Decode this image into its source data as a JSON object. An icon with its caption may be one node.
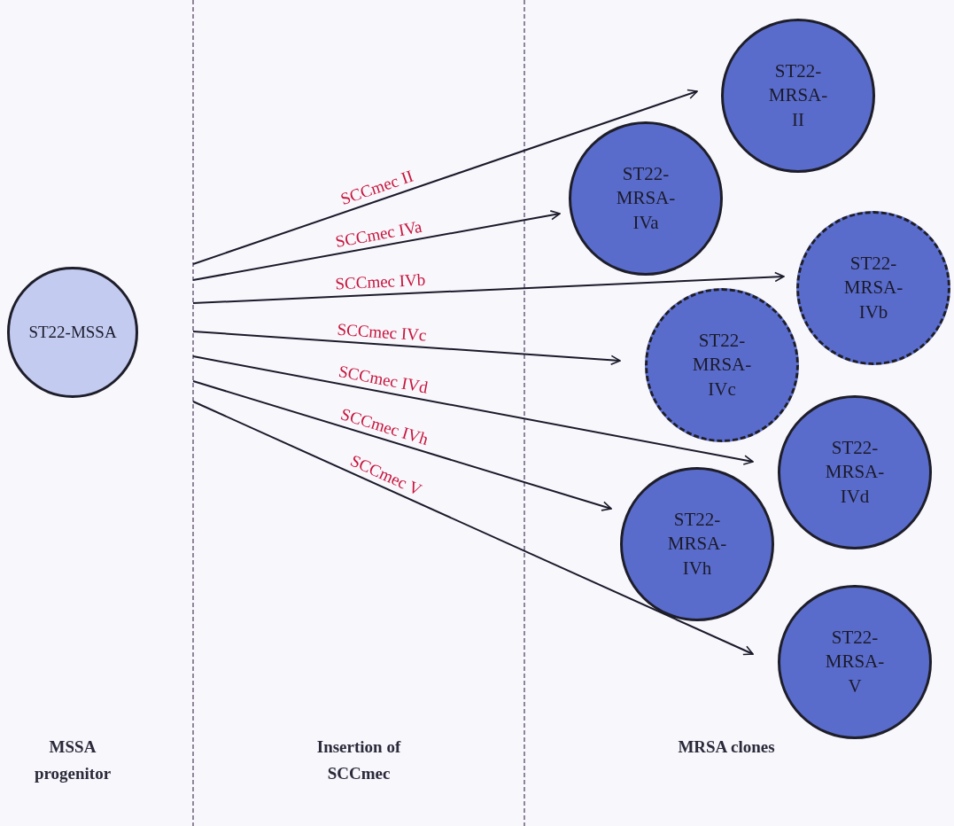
{
  "diagram": {
    "nodes": [
      {
        "text": [
          "ST22-MSSA"
        ]
      },
      {
        "text": [
          "ST22-MRSA-II"
        ]
      },
      {
        "text": [
          "ST22-MRSA-IVa"
        ]
      },
      {
        "text": [
          "ST22-MRSA-IVb"
        ]
      },
      {
        "text": [
          "ST22-MRSA-IVc"
        ]
      },
      {
        "text": [
          "ST22-MRSA-IVd"
        ]
      },
      {
        "text": [
          "ST22-MRSA-IVh"
        ]
      },
      {
        "text": [
          "ST22-MRSA-V"
        ]
      }
    ],
    "edges": [
      {
        "from": null,
        "to": 1,
        "arrow": "to",
        "label": "SCCmec II"
      },
      {
        "from": null,
        "to": 2,
        "arrow": "to",
        "label": "SCCmec IVa"
      },
      {
        "from": null,
        "to": 3,
        "arrow": "to",
        "label": "SCCmec IVb"
      },
      {
        "from": null,
        "to": 4,
        "arrow": "to",
        "label": "SCCmec IVc"
      },
      {
        "from": null,
        "to": 5,
        "arrow": "to",
        "label": "SCCmec IVd"
      },
      {
        "from": null,
        "to": 6,
        "arrow": "to",
        "label": "SCCmec IVh"
      },
      {
        "from": null,
        "to": 7,
        "arrow": "to",
        "label": "SCCmec V"
      }
    ],
    "labels": [
      "MSSA progenitor",
      "Insertion of SCCmec",
      "MRSA clones"
    ]
  }
}
